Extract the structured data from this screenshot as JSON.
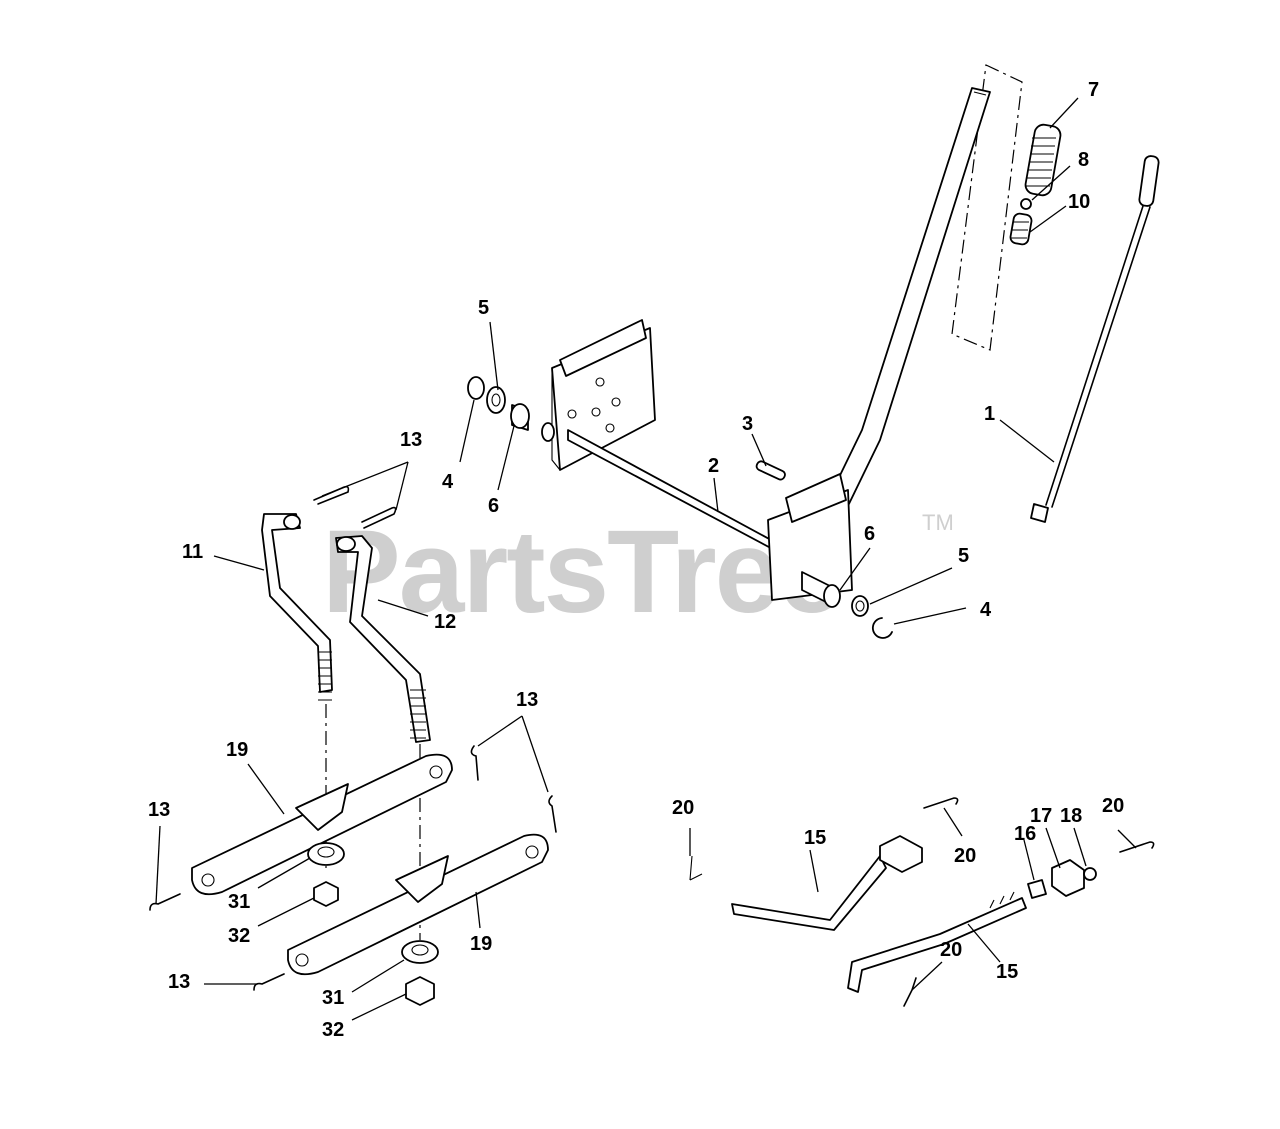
{
  "watermark": {
    "text": "PartsTree",
    "trademark": "TM"
  },
  "callouts": {
    "c1": "1",
    "c2": "2",
    "c3": "3",
    "c4a": "4",
    "c4b": "4",
    "c5a": "5",
    "c5b": "5",
    "c6a": "6",
    "c6b": "6",
    "c7": "7",
    "c8": "8",
    "c10": "10",
    "c11": "11",
    "c12": "12",
    "c13a": "13",
    "c13b": "13",
    "c13c": "13",
    "c13d": "13",
    "c15a": "15",
    "c15b": "15",
    "c16": "16",
    "c17": "17",
    "c18": "18",
    "c19a": "19",
    "c19b": "19",
    "c20a": "20",
    "c20b": "20",
    "c20c": "20",
    "c20d": "20",
    "c31a": "31",
    "c31b": "31",
    "c32a": "32",
    "c32b": "32"
  }
}
